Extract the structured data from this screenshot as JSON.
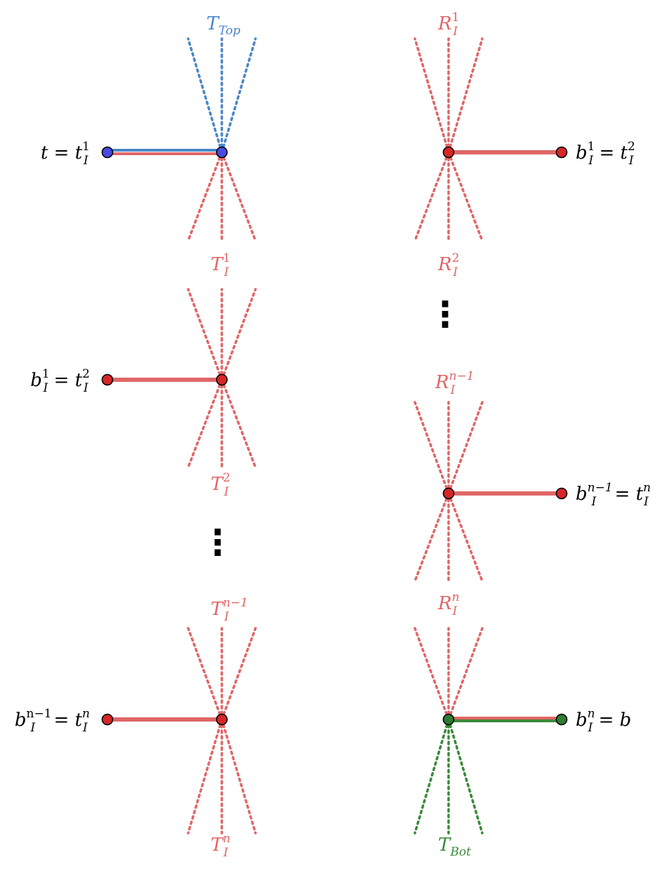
{
  "colors": {
    "red": "#e06666",
    "red_node": "#d62728",
    "blue": "#4a86c8",
    "blue_node": "#4a4ae0",
    "green": "#3a8a3a",
    "green_node": "#2e7d32",
    "black": "#000000"
  },
  "left": {
    "n1": {
      "left_label": {
        "base": "t",
        "eq": " = ",
        "rhs_base": "t",
        "rhs_sup": "1",
        "rhs_sub": "I"
      },
      "top_label": {
        "base": "T",
        "sub": "Top"
      },
      "bottom_label": {
        "base": "T",
        "sup": "1",
        "sub": "I"
      }
    },
    "n2": {
      "left_label": {
        "base": "b",
        "sup": "1",
        "sub": "I",
        "eq": " = ",
        "rhs_base": "t",
        "rhs_sup": "2",
        "rhs_sub": "I"
      },
      "bottom_label": {
        "base": "T",
        "sup": "2",
        "sub": "I"
      }
    },
    "n3": {
      "left_label": {
        "base": "b",
        "sup": "n−1",
        "sub": "I",
        "eq": " = ",
        "rhs_base": "t",
        "rhs_sup": "n",
        "rhs_sub": "I"
      },
      "top_label": {
        "base": "T",
        "sup": "n−1",
        "sub": "I"
      },
      "bottom_label": {
        "base": "T",
        "sup": "n",
        "sub": "I"
      }
    },
    "vdots": "⋮"
  },
  "right": {
    "n1": {
      "right_label": {
        "base": "b",
        "sup": "1",
        "sub": "I",
        "eq": " = ",
        "rhs_base": "t",
        "rhs_sup": "2",
        "rhs_sub": "I"
      },
      "top_label": {
        "base": "R",
        "sup": "1",
        "sub": "I"
      },
      "bottom_label": {
        "base": "R",
        "sup": "2",
        "sub": "I"
      }
    },
    "n2": {
      "right_label": {
        "base": "b",
        "sup": "n−1",
        "sub": "I",
        "eq": " = ",
        "rhs_base": "t",
        "rhs_sup": "n",
        "rhs_sub": "I"
      },
      "top_label": {
        "base": "R",
        "sup": "n−1",
        "sub": "I"
      }
    },
    "n3": {
      "right_label": {
        "base": "b",
        "sup": "n",
        "sub": "I",
        "eq": " = ",
        "rhs_base": "b"
      },
      "top_label": {
        "base": "R",
        "sup": "n",
        "sub": "I"
      },
      "bottom_label": {
        "base": "T",
        "sub": "Bot"
      }
    },
    "vdots": "⋮"
  }
}
